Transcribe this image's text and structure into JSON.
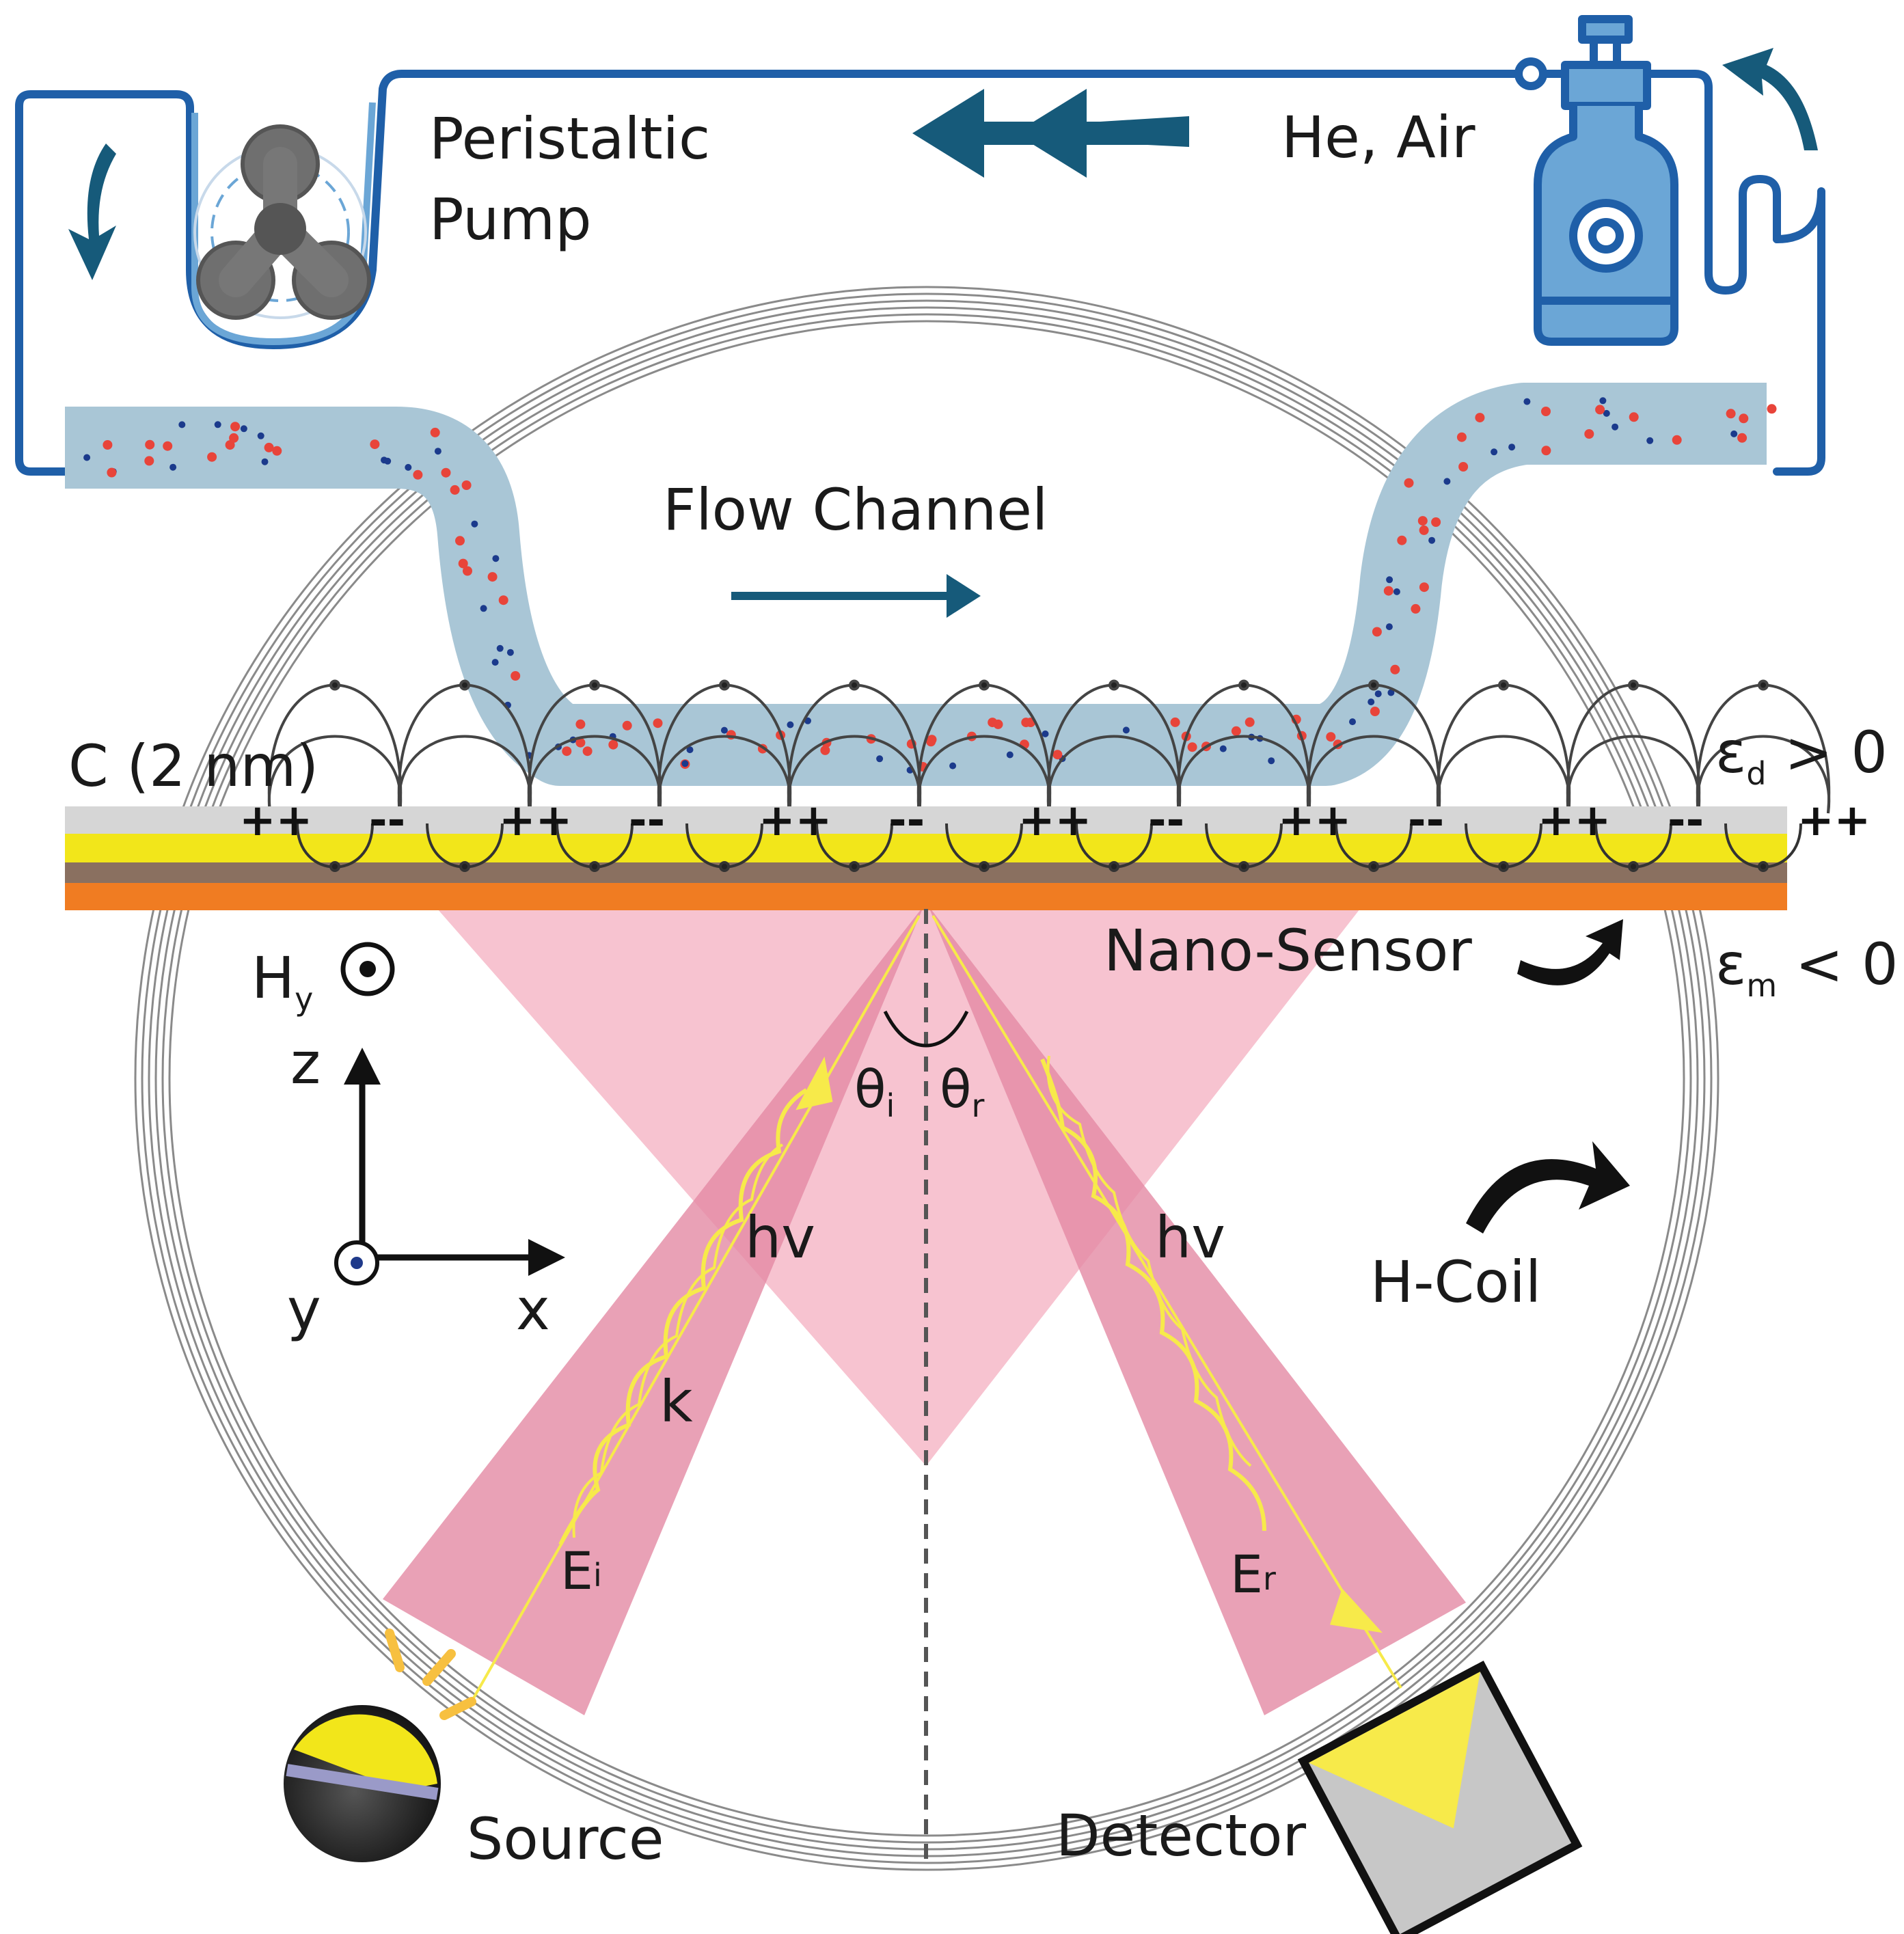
{
  "labels": {
    "peristaltic_line1": "Peristaltic",
    "peristaltic_line2": "Pump",
    "gas": "He, Air",
    "flow_channel": "Flow Channel",
    "carbon_layer": "C (2 nm)",
    "eps_d_symbol": "ε",
    "eps_d_sub": "d",
    "eps_d_rest": " > 0",
    "eps_m_symbol": "ε",
    "eps_m_sub": "m",
    "eps_m_rest": " < 0",
    "nano_sensor": "Nano-Sensor",
    "hy_main": "H",
    "hy_sub": "y",
    "axis_z": "z",
    "axis_y": "y",
    "axis_x": "x",
    "theta_i_main": "θ",
    "theta_i_sub": "i",
    "theta_r_main": "θ",
    "theta_r_sub": "r",
    "hv_left": "hv",
    "hv_right": "hv",
    "wave_k": "k",
    "ei_main": "E",
    "ei_sub": "i",
    "er_main": "E",
    "er_sub": "r",
    "h_coil": "H-Coil",
    "source": "Source",
    "detector": "Detector"
  },
  "surface_charges": [
    "++",
    "--",
    "++",
    "--",
    "++",
    "--",
    "++",
    "--",
    "++",
    "--",
    "++",
    "--",
    "++"
  ],
  "colors": {
    "pipe": "#1f5fa8",
    "arrow": "#165a7a",
    "channel": "#a9c6d6",
    "particle_red": "#e8443a",
    "particle_blue": "#1b3a8c",
    "gold": "#f2e61a",
    "metal_brown": "#a87454",
    "metal_orange": "#f07c22",
    "carbon_gray": "#d6d6d6",
    "beam_light": "#f6b8c8",
    "beam_dark": "#e48aa4",
    "photon": "#f7ea4a",
    "coil": "#8a8a8a"
  }
}
